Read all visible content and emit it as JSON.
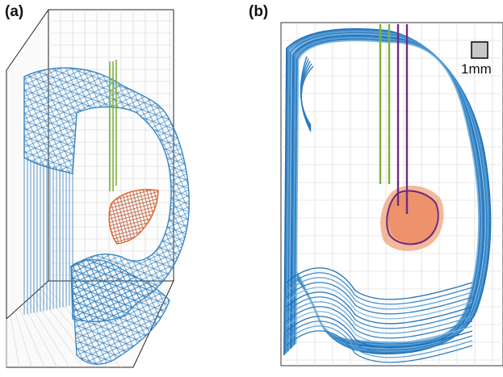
{
  "panels": [
    {
      "label": "(a)"
    },
    {
      "label": "(b)"
    }
  ],
  "scale_bar": {
    "label": "1mm"
  },
  "colors": {
    "mesh_blue": "#2f7fc1",
    "mesh_light": "#7fb6e0",
    "region_orange": "#e1662f",
    "region_light": "#f2a07a",
    "region_outline": "#6a2a7a",
    "probe_green": "#7fb03a",
    "probe_purple": "#6f2b80",
    "grid": "#d4d4d4"
  }
}
